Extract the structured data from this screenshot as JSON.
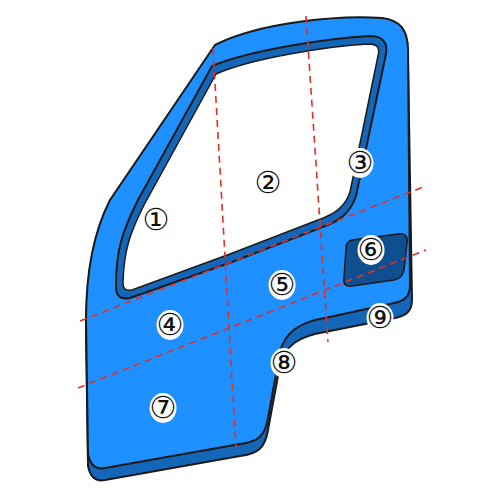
{
  "diagram": {
    "labels": [
      "①",
      "②",
      "③",
      "④",
      "⑤",
      "⑥",
      "⑦",
      "⑧",
      "⑨"
    ]
  }
}
